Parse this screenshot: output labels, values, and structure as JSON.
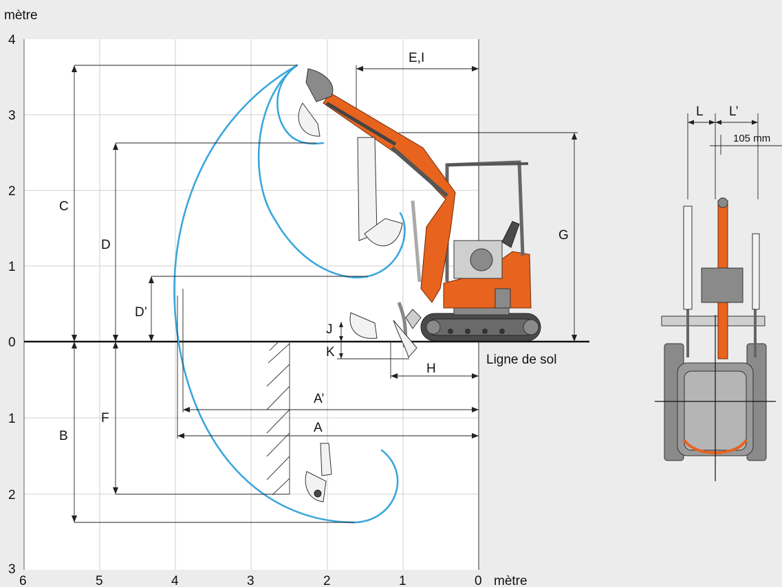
{
  "axes": {
    "unit_label_y": "mètre",
    "unit_label_x": "mètre",
    "y_ticks_upper": [
      "4",
      "3",
      "2",
      "1",
      "0"
    ],
    "y_ticks_lower": [
      "1",
      "2",
      "3"
    ],
    "x_ticks": [
      "6",
      "5",
      "4",
      "3",
      "2",
      "1",
      "0"
    ]
  },
  "ground": {
    "label": "Ligne de sol"
  },
  "dimensions": {
    "A": "A",
    "A_prime": "A’",
    "B": "B",
    "C": "C",
    "D": "D",
    "D_prime": "D’",
    "E_I": "E,I",
    "F": "F",
    "G": "G",
    "H": "H",
    "J": "J",
    "K": "K"
  },
  "front_view": {
    "L": "L",
    "L_prime": "L’",
    "offset": "105 mm"
  },
  "colors": {
    "reach_curve": "#3aa6dc",
    "boom": "#e8631e",
    "body": "#e8631e",
    "grid": "#cfcfcf",
    "background": "#ececec"
  }
}
